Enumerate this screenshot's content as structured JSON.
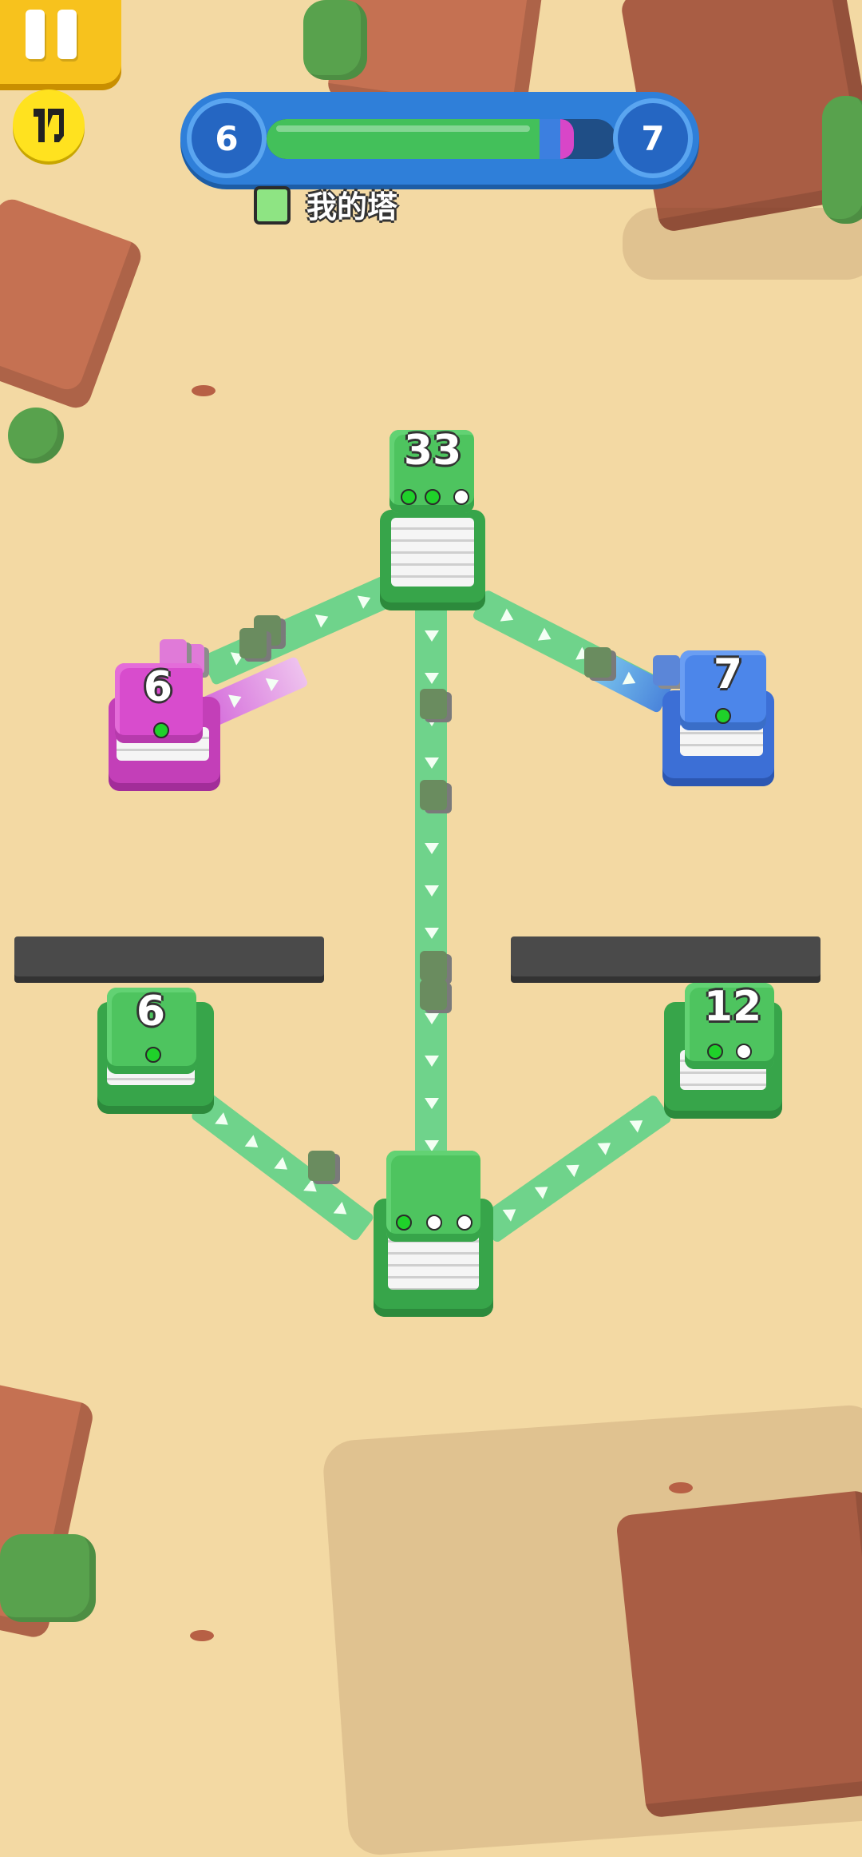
{
  "hud": {
    "pause_icon": "pause-icon",
    "boost_icon": "lightning-icon",
    "left_score": "6",
    "right_score": "7",
    "progress": {
      "green_fraction": 0.78,
      "blue_fraction": 0.06,
      "pink_fraction": 0.04
    },
    "legend_label": "我的塔",
    "legend_color": "#8ee483"
  },
  "towers": {
    "top_center": {
      "count": "33",
      "owner": "green",
      "dots": [
        "g",
        "g",
        "w"
      ]
    },
    "pink_left": {
      "count": "6",
      "owner": "pink",
      "dots": [
        "g"
      ]
    },
    "blue_right": {
      "count": "7",
      "owner": "blue",
      "dots": [
        "g"
      ]
    },
    "left_mid": {
      "count": "6",
      "owner": "green",
      "dots": [
        "g"
      ]
    },
    "right_mid": {
      "count": "12",
      "owner": "green",
      "dots": [
        "g",
        "w"
      ]
    },
    "bottom_center": {
      "count": "",
      "owner": "green",
      "dots": [
        "g",
        "w",
        "w"
      ]
    }
  },
  "colors": {
    "player": "#4ec45f",
    "enemy_pink": "#d84ccd",
    "enemy_blue": "#4c86ea",
    "path": "#6fd38b"
  }
}
